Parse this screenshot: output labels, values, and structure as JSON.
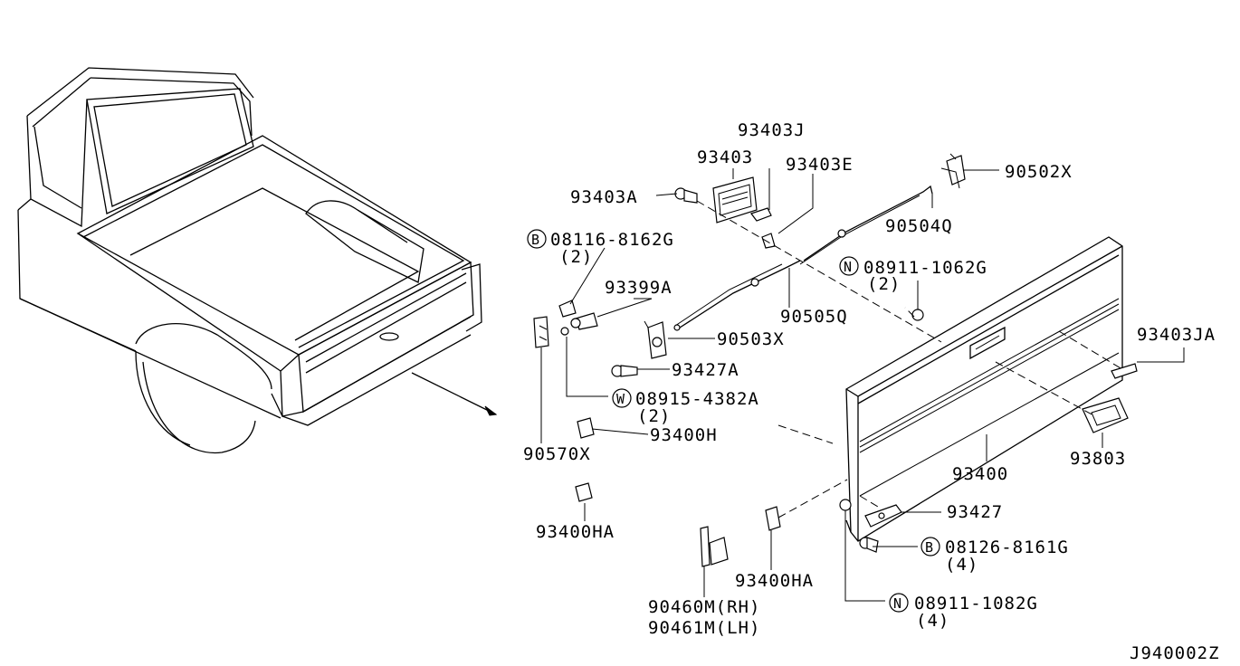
{
  "diagram_id": "J940002Z",
  "callouts": [
    {
      "key": "c_93403J",
      "text": "93403J"
    },
    {
      "key": "c_93403",
      "text": "93403"
    },
    {
      "key": "c_93403E",
      "text": "93403E"
    },
    {
      "key": "c_93403A",
      "text": "93403A"
    },
    {
      "key": "c_90502X",
      "text": "90502X"
    },
    {
      "key": "c_08116",
      "text": "08116-8162G",
      "badge": "B",
      "qty": "(2)"
    },
    {
      "key": "c_90504Q",
      "text": "90504Q"
    },
    {
      "key": "c_08911a",
      "text": "08911-1062G",
      "badge": "N",
      "qty": "(2)"
    },
    {
      "key": "c_93399A",
      "text": "93399A"
    },
    {
      "key": "c_90505Q",
      "text": "90505Q"
    },
    {
      "key": "c_90503X",
      "text": "90503X"
    },
    {
      "key": "c_93403JA",
      "text": "93403JA"
    },
    {
      "key": "c_93427A",
      "text": "93427A"
    },
    {
      "key": "c_08915",
      "text": "08915-4382A",
      "badge": "W",
      "qty": "(2)"
    },
    {
      "key": "c_93400H",
      "text": "93400H"
    },
    {
      "key": "c_90570X",
      "text": "90570X"
    },
    {
      "key": "c_93400",
      "text": "93400"
    },
    {
      "key": "c_93803",
      "text": "93803"
    },
    {
      "key": "c_93427",
      "text": "93427"
    },
    {
      "key": "c_08126",
      "text": "08126-8161G",
      "badge": "B",
      "qty": "(4)"
    },
    {
      "key": "c_93400HA_l",
      "text": "93400HA"
    },
    {
      "key": "c_93400HA_r",
      "text": "93400HA"
    },
    {
      "key": "c_90460M",
      "text": "90460M(RH)"
    },
    {
      "key": "c_90461M",
      "text": "90461M(LH)"
    },
    {
      "key": "c_08911b",
      "text": "08911-1082G",
      "badge": "N",
      "qty": "(4)"
    }
  ]
}
